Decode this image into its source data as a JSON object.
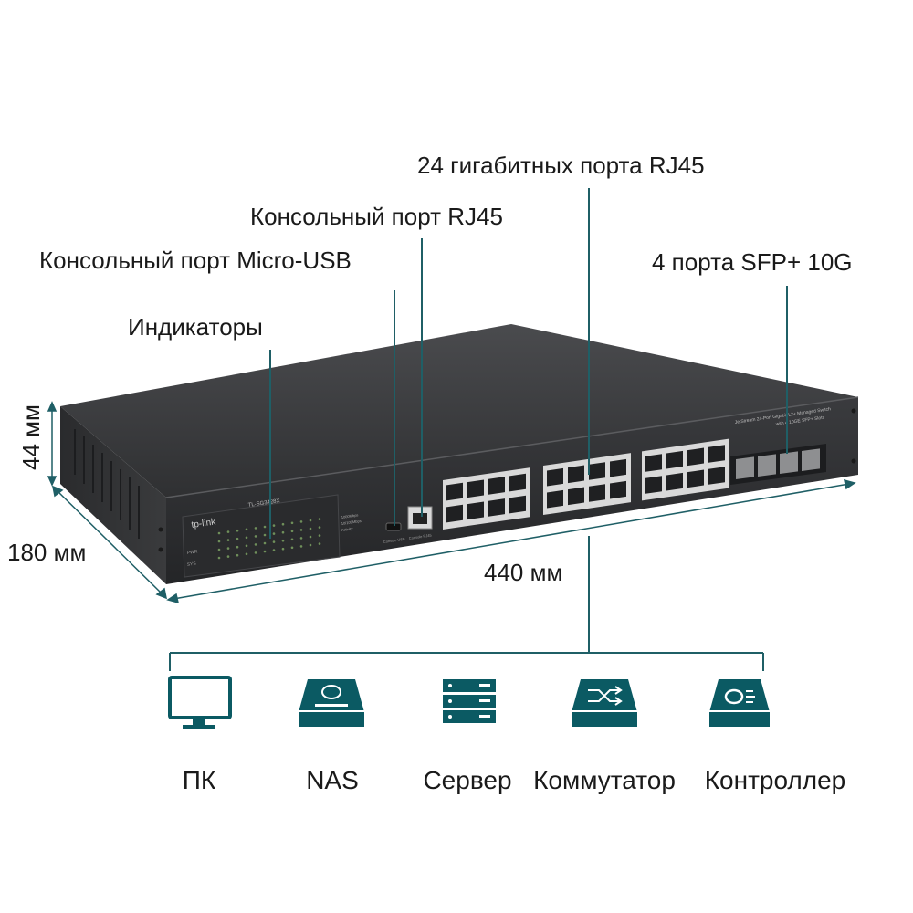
{
  "callouts": {
    "ports_rj45": "24 гигабитных порта RJ45",
    "console_rj45": "Консольный порт RJ45",
    "console_usb": "Консольный порт Micro-USB",
    "sfp": "4 порта SFP+ 10G",
    "leds": "Индикаторы"
  },
  "dimensions": {
    "height": "44 мм",
    "depth": "180 мм",
    "width": "440 мм"
  },
  "device": {
    "brand": "tp-link",
    "model": "TL-SG3428X",
    "panel_text_line1": "JetStream 24-Port Gigabit L2+ Managed Switch",
    "panel_text_line2": "with 4 10GE SFP+ Slots",
    "console_usb_label": "Console USB",
    "console_rj45_label": "Console RJ45",
    "led_legend": [
      "1000Mbps",
      "10/100Mbps",
      "Activity"
    ],
    "panel_left_labels": [
      "PWR",
      "SYS"
    ]
  },
  "connected_devices": [
    {
      "label": "ПК",
      "icon": "monitor-icon"
    },
    {
      "label": "NAS",
      "icon": "nas-icon"
    },
    {
      "label": "Сервер",
      "icon": "server-icon"
    },
    {
      "label": "Коммутатор",
      "icon": "switch-icon"
    },
    {
      "label": "Контроллер",
      "icon": "controller-icon"
    }
  ],
  "colors": {
    "accent_teal": "#0b5a63",
    "chassis_top": "#3a3b3d",
    "chassis_front": "#2c2d2f",
    "port_body": "#d9d9d9",
    "text": "#1a1a1a",
    "leader_line": "#1f5f66"
  }
}
